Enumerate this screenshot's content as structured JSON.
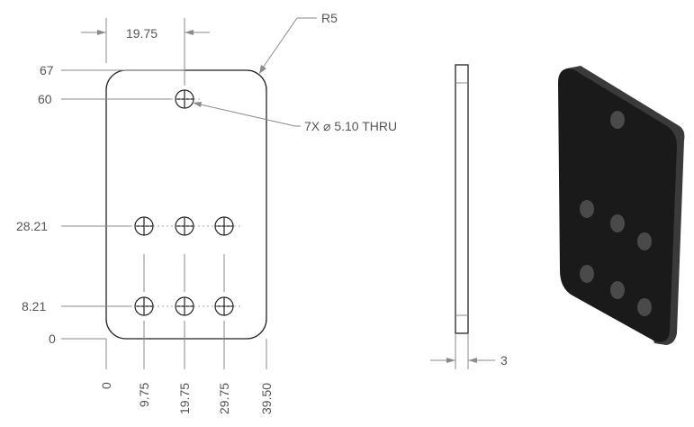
{
  "drawing": {
    "radius_label": "R5",
    "top_dimension": "19.75",
    "hole_callout": "7X ⌀ 5.10 THRU",
    "thickness_label": "3",
    "y_dimensions": [
      "67",
      "60",
      "28.21",
      "8.21",
      "0"
    ],
    "x_dimensions": [
      "0",
      "9.75",
      "19.75",
      "29.75",
      "39.50"
    ],
    "colors": {
      "line": "#222222",
      "dimension": "#8a8a8a",
      "text": "#555555",
      "solid": "#1a1a1a"
    }
  }
}
